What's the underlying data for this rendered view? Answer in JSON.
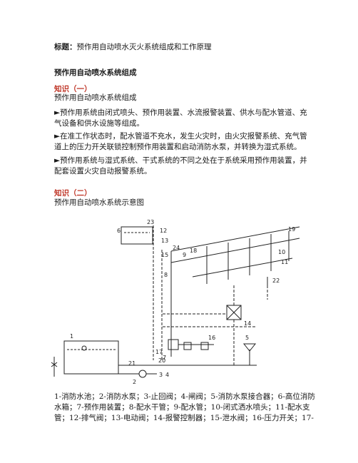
{
  "title": {
    "label": "标题：",
    "text": "预作用自动喷水灭火系统组成和工作原理"
  },
  "heading": "预作用自动喷水系统组成",
  "section1": {
    "label": "知识（一）",
    "subtitle": "预作用自动喷水系统组成",
    "paragraphs": [
      "►预作用系统由闭式喷头、预作用装置、水流报警装置、供水与配水管道、充气设备和供水设施等组成。",
      "►在准工作状态时，配水管道不充水，发生火灾时，由火灾报警系统、充气管道上的压力开关联锁控制预作用装置和启动消防水泵，并转换为湿式系统。",
      "►预作用系统与湿式系统、干式系统的不同之处在于系统采用预作用装置，并配套设置火灾自动报警系统。"
    ]
  },
  "section2": {
    "label": "知识（二）",
    "subtitle": "预作用自动喷水系统示意图"
  },
  "diagram_labels": [
    "1",
    "2",
    "3",
    "4",
    "5",
    "6",
    "7",
    "8",
    "9",
    "10",
    "11",
    "12",
    "13",
    "14",
    "15",
    "16",
    "17",
    "18",
    "19",
    "20",
    "21",
    "22",
    "23",
    "24"
  ],
  "legend": "1-消防水池；2-消防水泵；3-止回阀；4-闸阀；5-消防水泵接合器；6-高位消防水箱；7-预作用装置；8-配水干管；9-配水管；10-闭式洒水喷头；11-配水支管；12-排气阀；13-电动阀；14-报警控制器；15-泄水阀；16-压力开关；17-"
}
